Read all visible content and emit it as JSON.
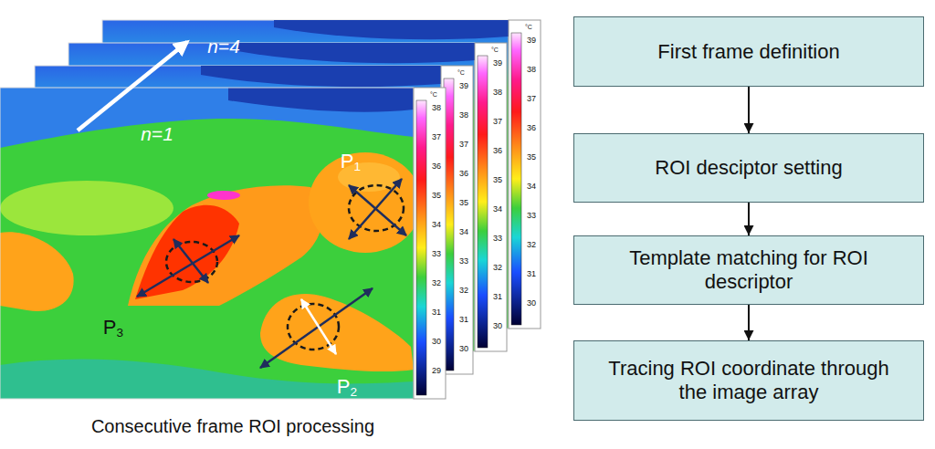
{
  "diagram": {
    "caption": "Consecutive frame ROI processing",
    "nodes": [
      {
        "text": [
          "First frame definition"
        ]
      },
      {
        "text": [
          "ROI desciptor setting"
        ]
      },
      {
        "text": [
          "Template matching for ROI descriptor"
        ]
      },
      {
        "text": [
          "Tracing ROI coordinate through the image array"
        ]
      }
    ],
    "edges": [
      {
        "from": 0,
        "to": 1,
        "arrow": "to"
      },
      {
        "from": 1,
        "to": 2,
        "arrow": "to"
      },
      {
        "from": 2,
        "to": 3,
        "arrow": "to"
      }
    ],
    "labels": [
      "n=4",
      "n=1",
      "P1",
      "P2",
      "P3",
      "°C",
      "38",
      "37",
      "36",
      "35",
      "34",
      "33",
      "32",
      "31",
      "30",
      "29",
      "°C",
      "39",
      "38",
      "37",
      "36",
      "35",
      "34",
      "33",
      "32",
      "31",
      "30",
      "°C",
      "39",
      "38",
      "37",
      "36",
      "35",
      "34",
      "33",
      "32",
      "31",
      "30",
      "°C",
      "39",
      "38",
      "37",
      "36",
      "35",
      "34",
      "33",
      "32",
      "31",
      "30"
    ]
  }
}
